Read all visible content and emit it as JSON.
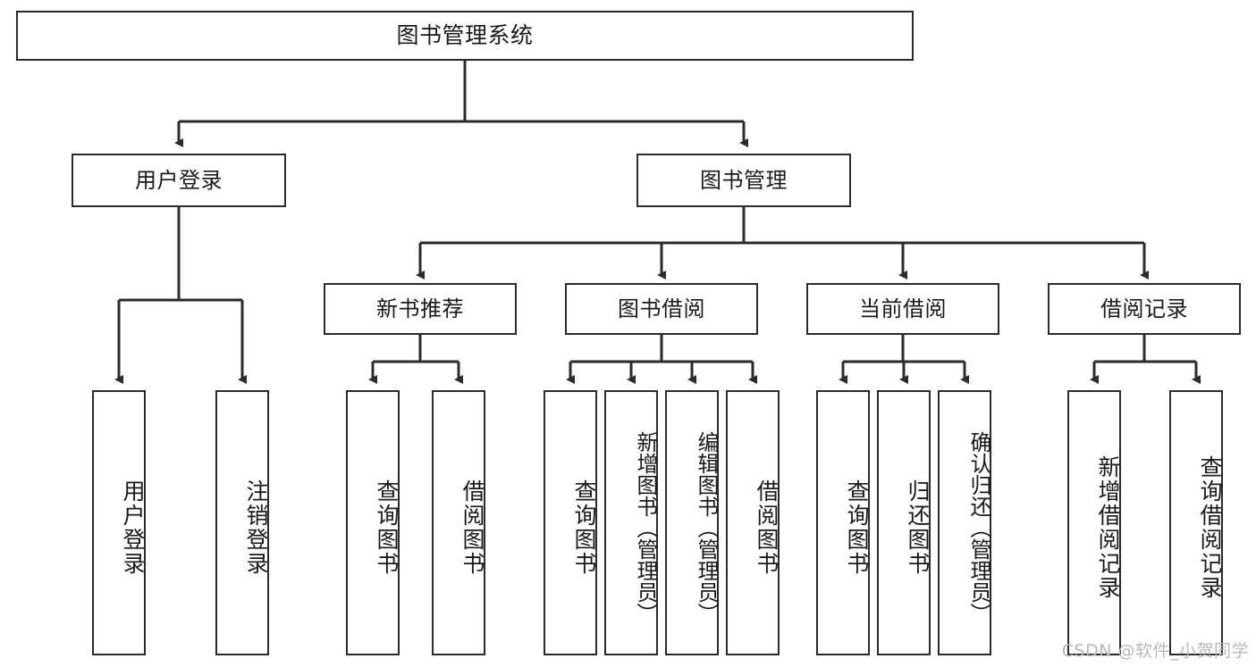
{
  "diagram": {
    "kind": "tree-hierarchy-chart",
    "title": "图书管理系统",
    "watermark": "CSDN @软件_小贺同学",
    "colors": {
      "box_border": "#2b2b2b",
      "box_fill": "#ffffff",
      "connector": "#2b2b2b",
      "text": "#1a1a1a",
      "watermark": "#b9b9b9",
      "background": "#ffffff"
    },
    "root": {
      "label": "图书管理系统"
    },
    "level2": [
      {
        "id": "user-login",
        "label": "用户登录"
      },
      {
        "id": "book-management",
        "label": "图书管理"
      }
    ],
    "level3": [
      {
        "id": "new-book-recommend",
        "label": "新书推荐",
        "parent": "book-management"
      },
      {
        "id": "book-borrow",
        "label": "图书借阅",
        "parent": "book-management"
      },
      {
        "id": "current-borrow",
        "label": "当前借阅",
        "parent": "book-management"
      },
      {
        "id": "borrow-record",
        "label": "借阅记录",
        "parent": "book-management"
      }
    ],
    "leaves": [
      {
        "id": "leaf-user-login",
        "label": "用户登录",
        "parent": "user-login"
      },
      {
        "id": "leaf-user-logout",
        "label": "注销登录",
        "parent": "user-login"
      },
      {
        "id": "leaf-query-book-rec",
        "label": "查询图书",
        "parent": "new-book-recommend"
      },
      {
        "id": "leaf-borrow-book-rec",
        "label": "借阅图书",
        "parent": "new-book-recommend"
      },
      {
        "id": "leaf-query-book-borrow",
        "label": "查询图书",
        "parent": "book-borrow"
      },
      {
        "id": "leaf-add-book",
        "label": "新增图书（管理员）",
        "parent": "book-borrow"
      },
      {
        "id": "leaf-edit-book",
        "label": "编辑图书（管理员）",
        "parent": "book-borrow"
      },
      {
        "id": "leaf-borrow-book",
        "label": "借阅图书",
        "parent": "book-borrow"
      },
      {
        "id": "leaf-query-book-current",
        "label": "查询图书",
        "parent": "current-borrow"
      },
      {
        "id": "leaf-return-book",
        "label": "归还图书",
        "parent": "current-borrow"
      },
      {
        "id": "leaf-confirm-return",
        "label": "确认归还（管理员）",
        "parent": "current-borrow"
      },
      {
        "id": "leaf-add-record",
        "label": "新增借阅记录",
        "parent": "borrow-record"
      },
      {
        "id": "leaf-query-record",
        "label": "查询借阅记录",
        "parent": "borrow-record"
      }
    ]
  }
}
